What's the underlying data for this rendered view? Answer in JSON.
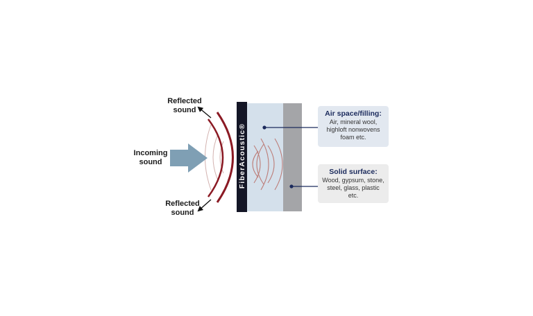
{
  "labels": {
    "reflected_top": [
      "Reflected",
      "sound"
    ],
    "incoming": [
      "Incoming",
      "sound"
    ],
    "reflected_bottom": [
      "Reflected",
      "sound"
    ]
  },
  "panel_brand": "FiberAcoustic®",
  "air_space": {
    "title": "Air space/filling:",
    "lines": [
      "Air, mineral wool,",
      "highloft nonwovens",
      "foam etc."
    ]
  },
  "solid_surface": {
    "title": "Solid surface:",
    "lines": [
      "Wood, gypsum, stone,",
      "steel, glass, plastic etc."
    ]
  },
  "colors": {
    "wave_red": "#8b1a24",
    "arrow_blue": "#7f9fb4",
    "panel_dark": "#141626",
    "air_layer": "#d4e0eb",
    "solid_layer": "#a4a5a8",
    "box_blue": "#e2e8f0",
    "box_grey": "#ececec"
  }
}
